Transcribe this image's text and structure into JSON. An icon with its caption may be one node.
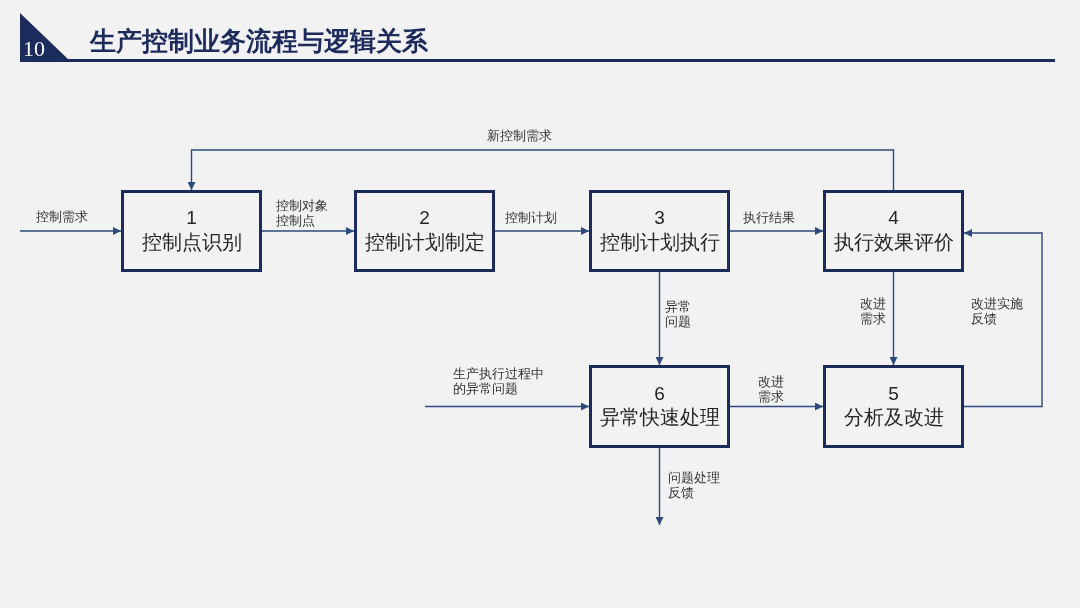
{
  "diagram": {
    "title": "生产控制业务流程与逻辑关系",
    "nodes": [
      {
        "text": [
          "1",
          "控制点识别"
        ]
      },
      {
        "text": [
          "2",
          "控制计划制定"
        ]
      },
      {
        "text": [
          "3",
          "控制计划执行"
        ]
      },
      {
        "text": [
          "4",
          "执行效果评价"
        ]
      },
      {
        "text": [
          "6",
          "异常快速处理"
        ]
      },
      {
        "text": [
          "5",
          "分析及改进"
        ]
      }
    ],
    "edges": [
      {
        "from": null,
        "to": 0,
        "arrow": "to",
        "label": "控制需求"
      },
      {
        "from": 0,
        "to": 1,
        "arrow": "to",
        "label": "控制对象控制点"
      },
      {
        "from": 1,
        "to": 2,
        "arrow": "to",
        "label": "控制计划"
      },
      {
        "from": 2,
        "to": 3,
        "arrow": "to",
        "label": "执行结果"
      },
      {
        "from": 3,
        "to": 0,
        "arrow": "to",
        "label": "新控制需求"
      },
      {
        "from": 2,
        "to": 4,
        "arrow": "to",
        "label": "异常问题"
      },
      {
        "from": 3,
        "to": 5,
        "arrow": "to",
        "label": "改进需求"
      },
      {
        "from": 5,
        "to": 3,
        "arrow": "to",
        "label": "改进实施反馈"
      },
      {
        "from": null,
        "to": 4,
        "arrow": "to",
        "label": "生产执行过程中的异常问题"
      },
      {
        "from": 4,
        "to": 5,
        "arrow": "to",
        "label": "改进需求"
      },
      {
        "from": 4,
        "to": null,
        "arrow": "to",
        "label": "问题处理反馈"
      }
    ],
    "labels": [
      "10"
    ]
  }
}
